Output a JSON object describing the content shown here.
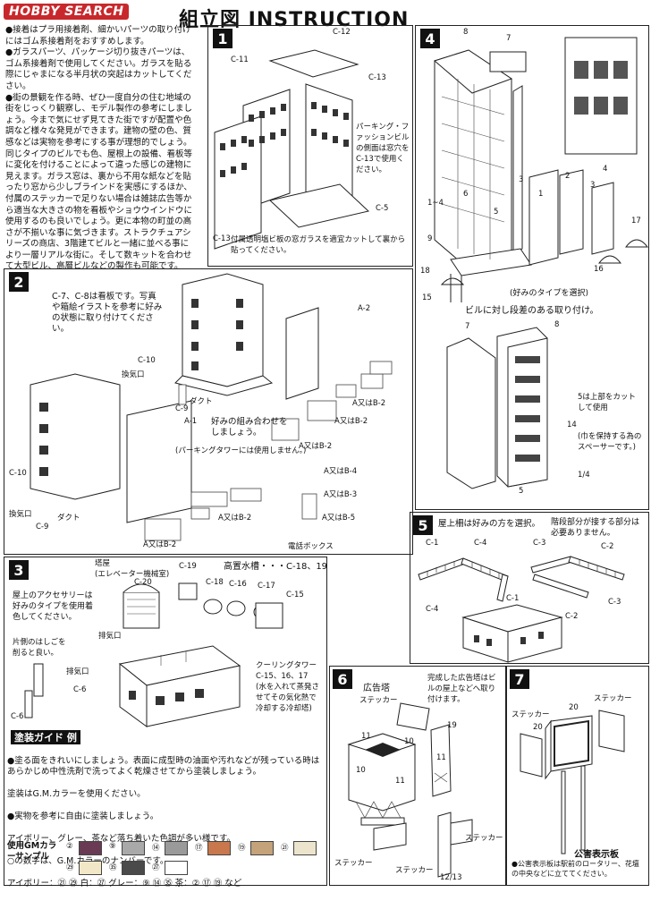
{
  "header": {
    "logo_text": "HOBBY SEARCH",
    "title": "組立図 INSTRUCTION"
  },
  "intro": {
    "bullets": [
      "●接着はプラ用接着剤、細かいパーツの取り付けにはゴム系接着剤をおすすめします。",
      "●ガラスパーツ、パッケージ切り抜きパーツは、ゴム系接着剤で使用してください。ガラスを貼る際にじゃまになる半月状の突起はカットしてください。",
      "●街の景観を作る時、ぜひ一度自分の住む地域の街をじっくり観察し、モデル製作の参考にしましょう。今まで気にせず見てきた街ですが配置や色調など様々な発見ができます。建物の壁の色、質感などは実物を参考にする事が理想的でしょう。同じタイプのビルでも色、屋根上の設備、看板等に変化を付けることによって違った感じの建物に見えます。ガラス窓は、裏から不用な紙などを貼ったり窓から少しブラインドを実感にするほか、付属のステッカーで足りない場合は雑誌広告等から適当な大きさの物を看板やショウウインドウに使用するのも良いでしょう。更に本物の町並の高さが不揃いな事に気づきます。ストラクチュアシリーズの商店、3階建てビルと一緒に並べる事により一層リアルな街に。そして数キットを合わせて大型ビル、高層ビルなどの製作も可能です。"
    ]
  },
  "step1": {
    "num": "1",
    "parts": [
      "C-12",
      "C-11",
      "C-13",
      "C-13",
      "C-5"
    ],
    "note_parking": "パーキング・ファッションビルの側面は窓穴をC-13で使用ください。",
    "note_glass": "付属透明塩ビ板の窓ガラスを適宜カットして裏から貼ってください。"
  },
  "step2": {
    "num": "2",
    "note_signs": "C-7、C-8は看板です。写真や箱絵イラストを参考に好みの状態に取り付けてください。",
    "note_combo": "好みの組み合わせをしましょう。",
    "note_parking": "(パーキングタワーには使用しません。)",
    "parts": [
      "A-2",
      "A-1",
      "C-10",
      "C-9",
      "C-10",
      "C-9"
    ],
    "vent": "換気口",
    "duct": "ダクト",
    "a_or_b": [
      "A又はB-2",
      "A又はB-2",
      "A又はB-2",
      "A又はB-4",
      "A又はB-3",
      "A又はB-5",
      "A又はB-2",
      "A又はB-2"
    ],
    "phone_box": "電話ボックス"
  },
  "step3": {
    "num": "3",
    "tower": "塔屋\n(エレベーター機械室)",
    "c20": "C-20",
    "c19": "C-19",
    "water_tank": "高置水槽・・・C-18、19",
    "parts_small": [
      "C-18",
      "C-16",
      "C-17",
      "C-15"
    ],
    "note_accessory": "屋上のアクセサリーは好みのタイプを使用着色してください。",
    "vent1": "排気口",
    "note_ladder": "片側のはしごを削ると良い。",
    "vent2": "排気口",
    "c6a": "C-6",
    "c6b": "C-6",
    "cooling": "クーリングタワー\nC-15、16、17\n(水を入れて蒸発させてその気化熱で冷却する冷却塔)"
  },
  "paint": {
    "title": "塗装ガイド 例",
    "lines": [
      "●塗る面をきれいにしましょう。表面に成型時の油面や汚れなどが残っている時はあらかじめ中性洗剤で洗ってよく乾燥させてから塗装しましょう。",
      "塗装はG.M.カラーを使用ください。",
      "●実物を参考に自由に塗装しましょう。",
      "アイボリー、グレー、茶など落ち着いた色調が多い様です。",
      "○の数字は、G.M.カラーのナンバーです。",
      "アイボリー：㉑ ㉙ 白：㉗ グレー：⑨ ⑭ ㉟ 茶：② ⑰ ⑲ など"
    ],
    "sample_label": "使用GMカラーサンプル",
    "swatches": [
      {
        "num": "②",
        "color": "#6a3a55"
      },
      {
        "num": "⑨",
        "color": "#a9a9a9"
      },
      {
        "num": "⑭",
        "color": "#9a9a9a"
      },
      {
        "num": "⑰",
        "color": "#c8784c"
      },
      {
        "num": "⑲",
        "color": "#c4a27a"
      },
      {
        "num": "㉑",
        "color": "#ece4cc"
      },
      {
        "num": "㉙",
        "color": "#f2e8c8"
      },
      {
        "num": "㉟",
        "color": "#4a4a4a"
      },
      {
        "num": "㉗",
        "color": "#ffffff"
      }
    ]
  },
  "step4": {
    "num": "4",
    "nums": [
      "8",
      "7",
      "3",
      "6",
      "5",
      "1~4",
      "9",
      "1",
      "2",
      "4",
      "3",
      "17",
      "16",
      "18",
      "15"
    ],
    "note_select": "(好みのタイプを選択)",
    "note_attach": "ビルに対し段差のある取り付け。",
    "lower_nums": [
      "7",
      "8",
      "14",
      "1/4",
      "5"
    ],
    "note_cut": "5は上部をカットして使用",
    "note_spacer": "(巾を保持する為のスペーサーです。)"
  },
  "step5": {
    "num": "5",
    "note_select": "屋上柵は好みの方を選択。",
    "note_stairs": "階段部分が接する部分は必要ありません。",
    "parts": [
      "C-1",
      "C-4",
      "C-3",
      "C-2",
      "C-4",
      "C-1",
      "C-2",
      "C-3"
    ]
  },
  "step6": {
    "num": "6",
    "title": "広告塔",
    "note_done": "完成した広告塔はビルの屋上などへ取り付けます。",
    "sticker": "ステッカー",
    "nums": [
      "11",
      "10",
      "10",
      "11",
      "19",
      "11",
      "12/13"
    ],
    "sticker2": "ステッカー",
    "sticker3": "ステッカー",
    "sticker4": "ステッカー"
  },
  "step7": {
    "num": "7",
    "sticker1": "ステッカー",
    "sticker2": "ステッカー",
    "nums": [
      "20",
      "20"
    ],
    "title": "公害表示板",
    "note": "●公害表示板は駅前のロータリー、花壇の中央などに立ててください。"
  }
}
